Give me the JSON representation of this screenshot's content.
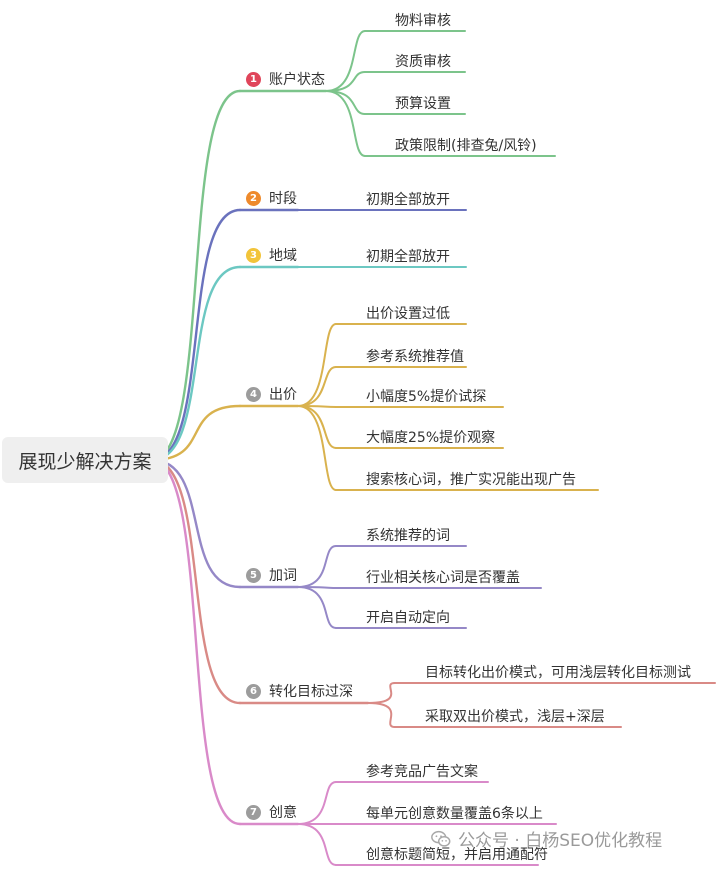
{
  "root": {
    "label": "展现少解决方案"
  },
  "branches": [
    {
      "num": "1",
      "label": "账户状态",
      "color": "#7cc48b",
      "badge": "#e0455a",
      "leaves": [
        "物料审核",
        "资质审核",
        "预算设置",
        "政策限制(排查兔/风铃)"
      ]
    },
    {
      "num": "2",
      "label": "时段",
      "color": "#6a72bd",
      "badge": "#ee8a2c",
      "leaves": [
        "初期全部放开"
      ]
    },
    {
      "num": "3",
      "label": "地域",
      "color": "#6cc8c2",
      "badge": "#f2c43a",
      "leaves": [
        "初期全部放开"
      ]
    },
    {
      "num": "4",
      "label": "出价",
      "color": "#d9b24e",
      "badge": "#9c9c9c",
      "leaves": [
        "出价设置过低",
        "参考系统推荐值",
        "小幅度5%提价试探",
        "大幅度25%提价观察",
        "搜索核心词，推广实况能出现广告"
      ]
    },
    {
      "num": "5",
      "label": "加词",
      "color": "#9588c7",
      "badge": "#9c9c9c",
      "leaves": [
        "系统推荐的词",
        "行业相关核心词是否覆盖",
        "开启自动定向"
      ]
    },
    {
      "num": "6",
      "label": "转化目标过深",
      "color": "#d98a86",
      "badge": "#9c9c9c",
      "leaves": [
        "目标转化出价模式，可用浅层转化目标测试",
        "采取双出价模式，浅层+深层"
      ]
    },
    {
      "num": "7",
      "label": "创意",
      "color": "#d98ac9",
      "badge": "#9c9c9c",
      "leaves": [
        "参考竞品广告文案",
        "每单元创意数量覆盖6条以上",
        "创意标题简短，并启用通配符"
      ]
    }
  ],
  "watermark": {
    "text": "公众号 · 白杨SEO优化教程",
    "icon": "wechat-icon"
  }
}
